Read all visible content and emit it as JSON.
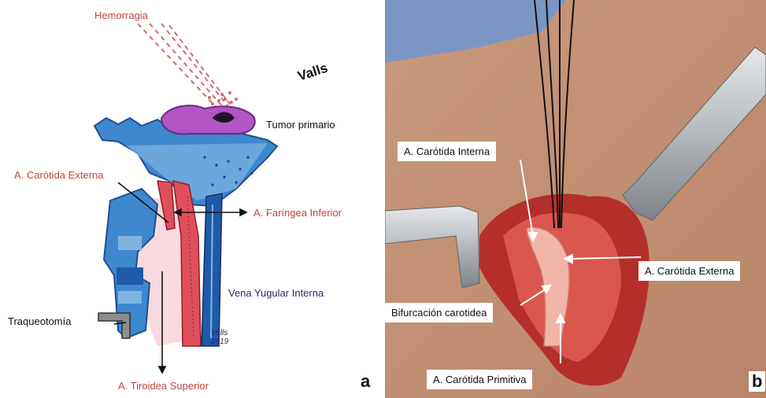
{
  "panel_a": {
    "letter": "a",
    "signature": "Valls",
    "corner_signature": "Valls 2019",
    "labels": {
      "hemorragia": "Hemorragia",
      "tumor_primario": "Tumor primario",
      "carotida_externa": "A. Carótida Externa",
      "faringea_inferior": "A. Faríngea Inferior",
      "vena_yugular": "Vena Yugular Interna",
      "traqueotomia": "Traqueotomía",
      "tiroidea_superior": "A. Tiroidea Superior"
    }
  },
  "panel_b": {
    "letter": "b",
    "labels": {
      "carotida_interna": "A. Carótida Interna",
      "carotida_externa": "A. Carótida Externa",
      "bifurcacion": "Bifurcación carotidea",
      "carotida_primitiva": "A. Carótida Primitiva"
    }
  }
}
